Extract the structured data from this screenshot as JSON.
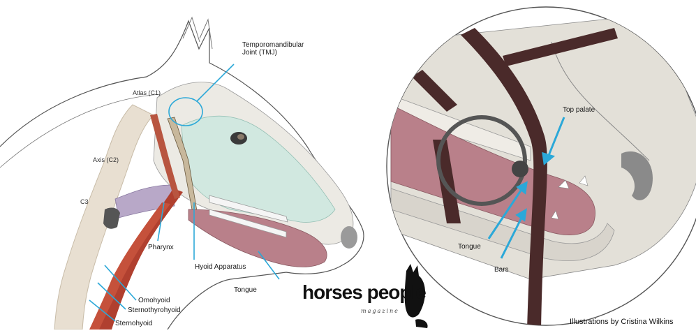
{
  "left_diagram": {
    "labels": {
      "tmj": "Temporomandibular Joint (TMJ)",
      "atlas": "Atlas (C1)",
      "axis": "Axis (C2)",
      "c3": "C3",
      "pharynx": "Pharynx",
      "hyoid": "Hyoid Apparatus",
      "tongue": "Tongue",
      "omohyoid": "Omohyoid",
      "sternothyrohyoid": "Sternothyrohyoid",
      "sternohyoid": "Sternohyoid"
    }
  },
  "right_diagram": {
    "labels": {
      "top_palate": "Top palate",
      "tongue": "Tongue",
      "bars": "Bars"
    }
  },
  "logo": {
    "brand": "horses people",
    "sub": "magazine"
  },
  "credit": "Illustrations by Cristina Wilkins",
  "colors": {
    "label_line": "#2ba8d8",
    "muscle": "#b0402f",
    "tongue": "#b9808a",
    "bone": "#e8dfd1",
    "skull_overlay": "#cfe8e0",
    "bridle": "#4a2a2a"
  }
}
